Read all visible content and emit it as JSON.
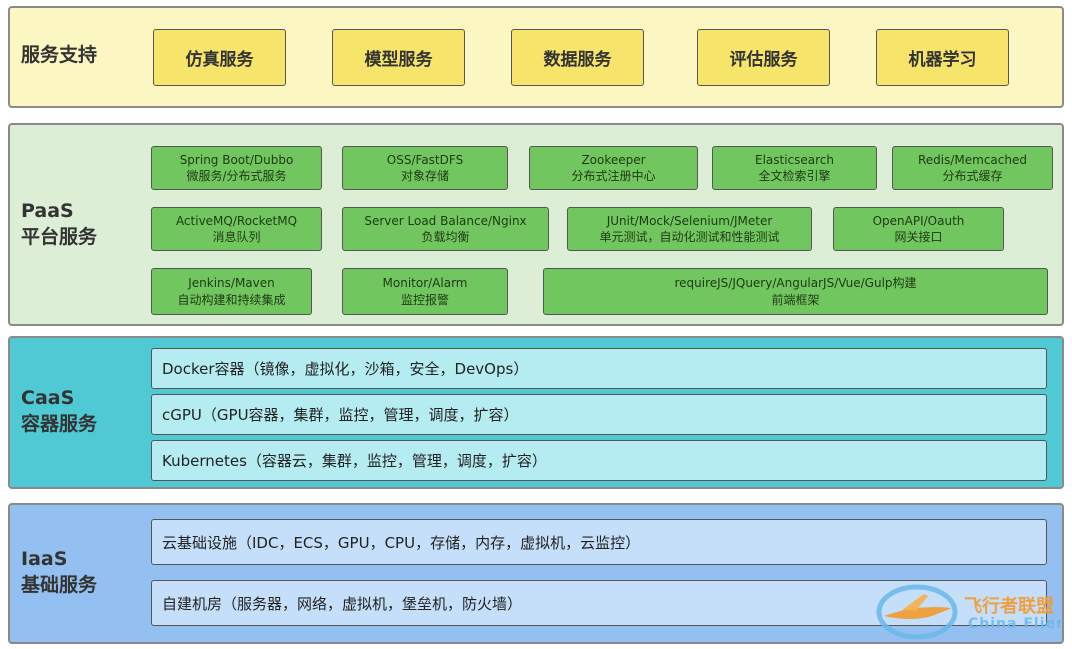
{
  "service_support": {
    "title": "服务支持",
    "items": [
      "仿真服务",
      "模型服务",
      "数据服务",
      "评估服务",
      "机器学习"
    ]
  },
  "paas": {
    "title_line1": "PaaS",
    "title_line2": "平台服务",
    "items": [
      {
        "name": "Spring Boot/Dubbo",
        "desc": "微服务/分布式服务"
      },
      {
        "name": "OSS/FastDFS",
        "desc": "对象存储"
      },
      {
        "name": "Zookeeper",
        "desc": "分布式注册中心"
      },
      {
        "name": "Elasticsearch",
        "desc": "全文检索引擎"
      },
      {
        "name": "Redis/Memcached",
        "desc": "分布式缓存"
      },
      {
        "name": "ActiveMQ/RocketMQ",
        "desc": "消息队列"
      },
      {
        "name": "Server Load Balance/Nginx",
        "desc": "负载均衡"
      },
      {
        "name": "JUnit/Mock/Selenium/JMeter",
        "desc": "单元测试，自动化测试和性能测试"
      },
      {
        "name": "OpenAPI/Oauth",
        "desc": "网关接口"
      },
      {
        "name": "Jenkins/Maven",
        "desc": "自动构建和持续集成"
      },
      {
        "name": "Monitor/Alarm",
        "desc": "监控报警"
      },
      {
        "name": "requireJS/JQuery/AngularJS/Vue/Gulp构建",
        "desc": "前端框架"
      }
    ]
  },
  "caas": {
    "title_line1": "CaaS",
    "title_line2": "容器服务",
    "rows": [
      "Docker容器（镜像，虚拟化，沙箱，安全，DevOps）",
      "cGPU（GPU容器，集群，监控，管理，调度，扩容）",
      "Kubernetes（容器云，集群，监控，管理，调度，扩容）"
    ]
  },
  "iaas": {
    "title_line1": "IaaS",
    "title_line2": "基础服务",
    "rows": [
      "云基础设施（IDC，ECS，GPU，CPU，存储，内存，虚拟机，云监控）",
      "自建机房（服务器，网络，虚拟机，堡垒机，防火墙）"
    ]
  },
  "watermark": {
    "text_cn": "飞行者联盟",
    "text_en": "China Flier",
    "icon": "airplane-icon"
  },
  "colors": {
    "service_bg": "#fcf6c2",
    "service_chip": "#f7e46a",
    "paas_bg": "#dcefd6",
    "paas_chip": "#72c65f",
    "caas_bg": "#4fc9d3",
    "caas_row": "#b5ecf1",
    "iaas_bg": "#93c0f0",
    "iaas_row": "#c5dffa"
  }
}
